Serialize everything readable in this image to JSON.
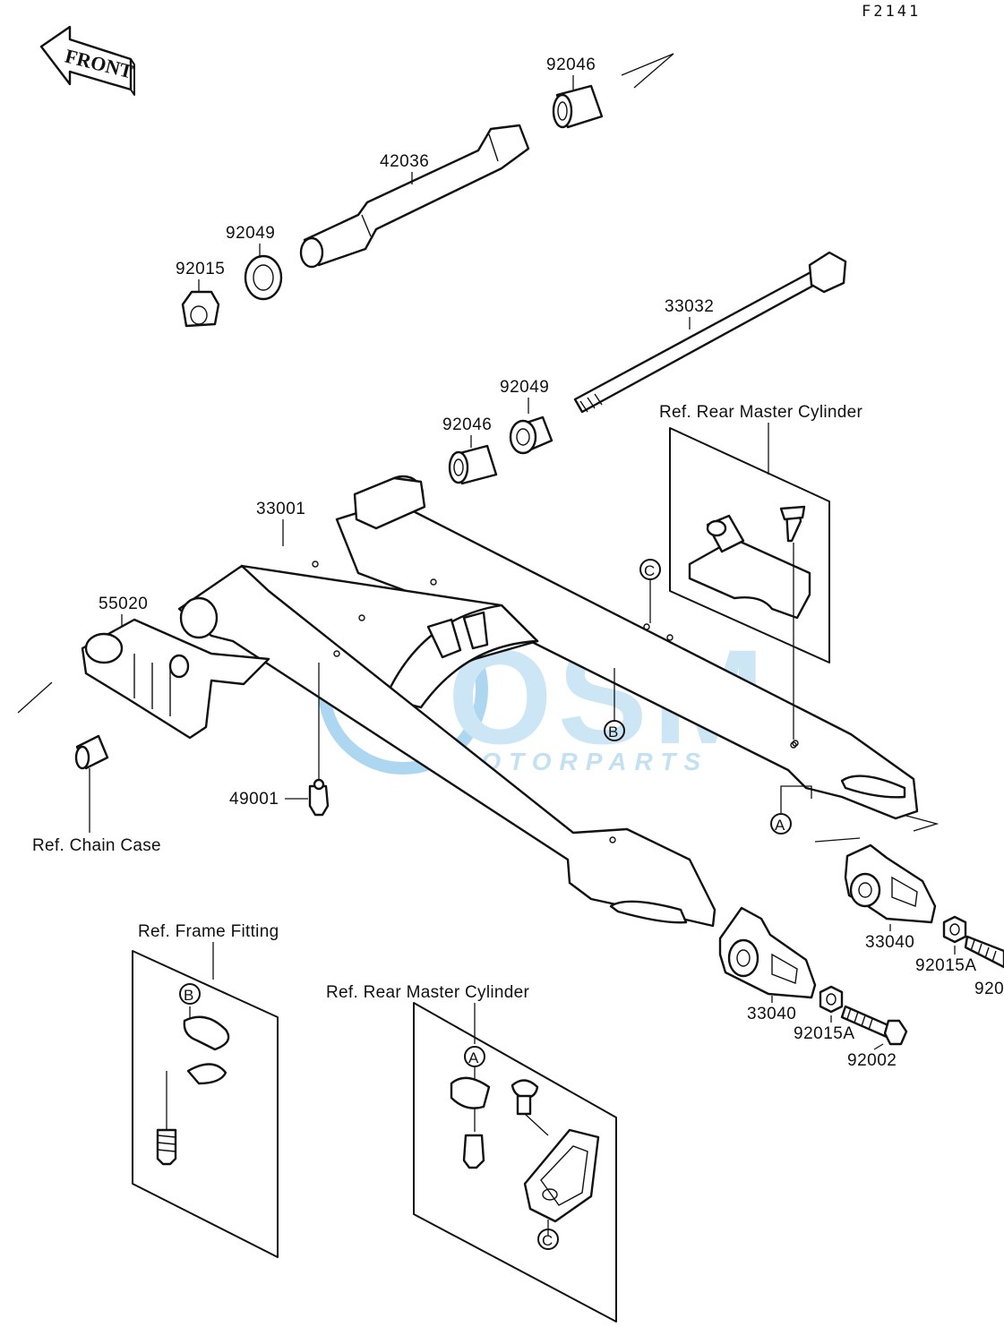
{
  "figure_code": "F2141",
  "front_label": "FRONT",
  "watermark": {
    "brand": "OSM",
    "sub": "MOTORPARTS",
    "color": "#3aa0dc"
  },
  "parts": {
    "p92046_top": "92046",
    "p42036": "42036",
    "p92049_top": "92049",
    "p92015": "92015",
    "p33032": "33032",
    "p92049_mid": "92049",
    "p92046_mid": "92046",
    "p33001": "33001",
    "p55020": "55020",
    "p49001": "49001",
    "p33040_right": "33040",
    "p92015A_right": "92015A",
    "p920_cut": "920",
    "p33040_left": "33040",
    "p92015A_left": "92015A",
    "p92002": "92002"
  },
  "references": {
    "rear_master_cyl_top": "Ref. Rear Master Cylinder",
    "chain_case": "Ref. Chain Case",
    "frame_fitting": "Ref. Frame Fitting",
    "rear_master_cyl_bottom": "Ref. Rear Master Cylinder"
  },
  "markers": {
    "a": "A",
    "b": "B",
    "c": "C"
  }
}
